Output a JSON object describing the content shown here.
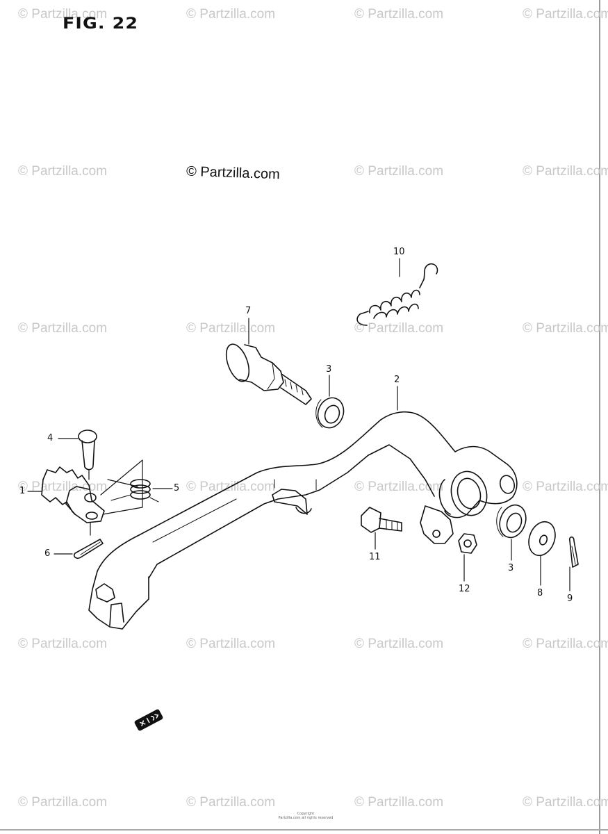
{
  "figure": {
    "title": "FIG. 22"
  },
  "watermark": {
    "text": "© Partzilla.com",
    "main_text": "© Partzilla.com"
  },
  "callouts": [
    {
      "id": "1",
      "label": "1"
    },
    {
      "id": "2",
      "label": "2"
    },
    {
      "id": "3a",
      "label": "3"
    },
    {
      "id": "3b",
      "label": "3"
    },
    {
      "id": "4",
      "label": "4"
    },
    {
      "id": "5",
      "label": "5"
    },
    {
      "id": "6",
      "label": "6"
    },
    {
      "id": "7",
      "label": "7"
    },
    {
      "id": "8",
      "label": "8"
    },
    {
      "id": "9",
      "label": "9"
    },
    {
      "id": "10",
      "label": "10"
    },
    {
      "id": "11",
      "label": "11"
    },
    {
      "id": "12",
      "label": "12"
    }
  ],
  "footer": {
    "copyright": "Copyright",
    "fine_print": "Partzilla.com all rights reserved"
  },
  "colors": {
    "line": "#111111",
    "watermark": "#c8c8c8"
  }
}
